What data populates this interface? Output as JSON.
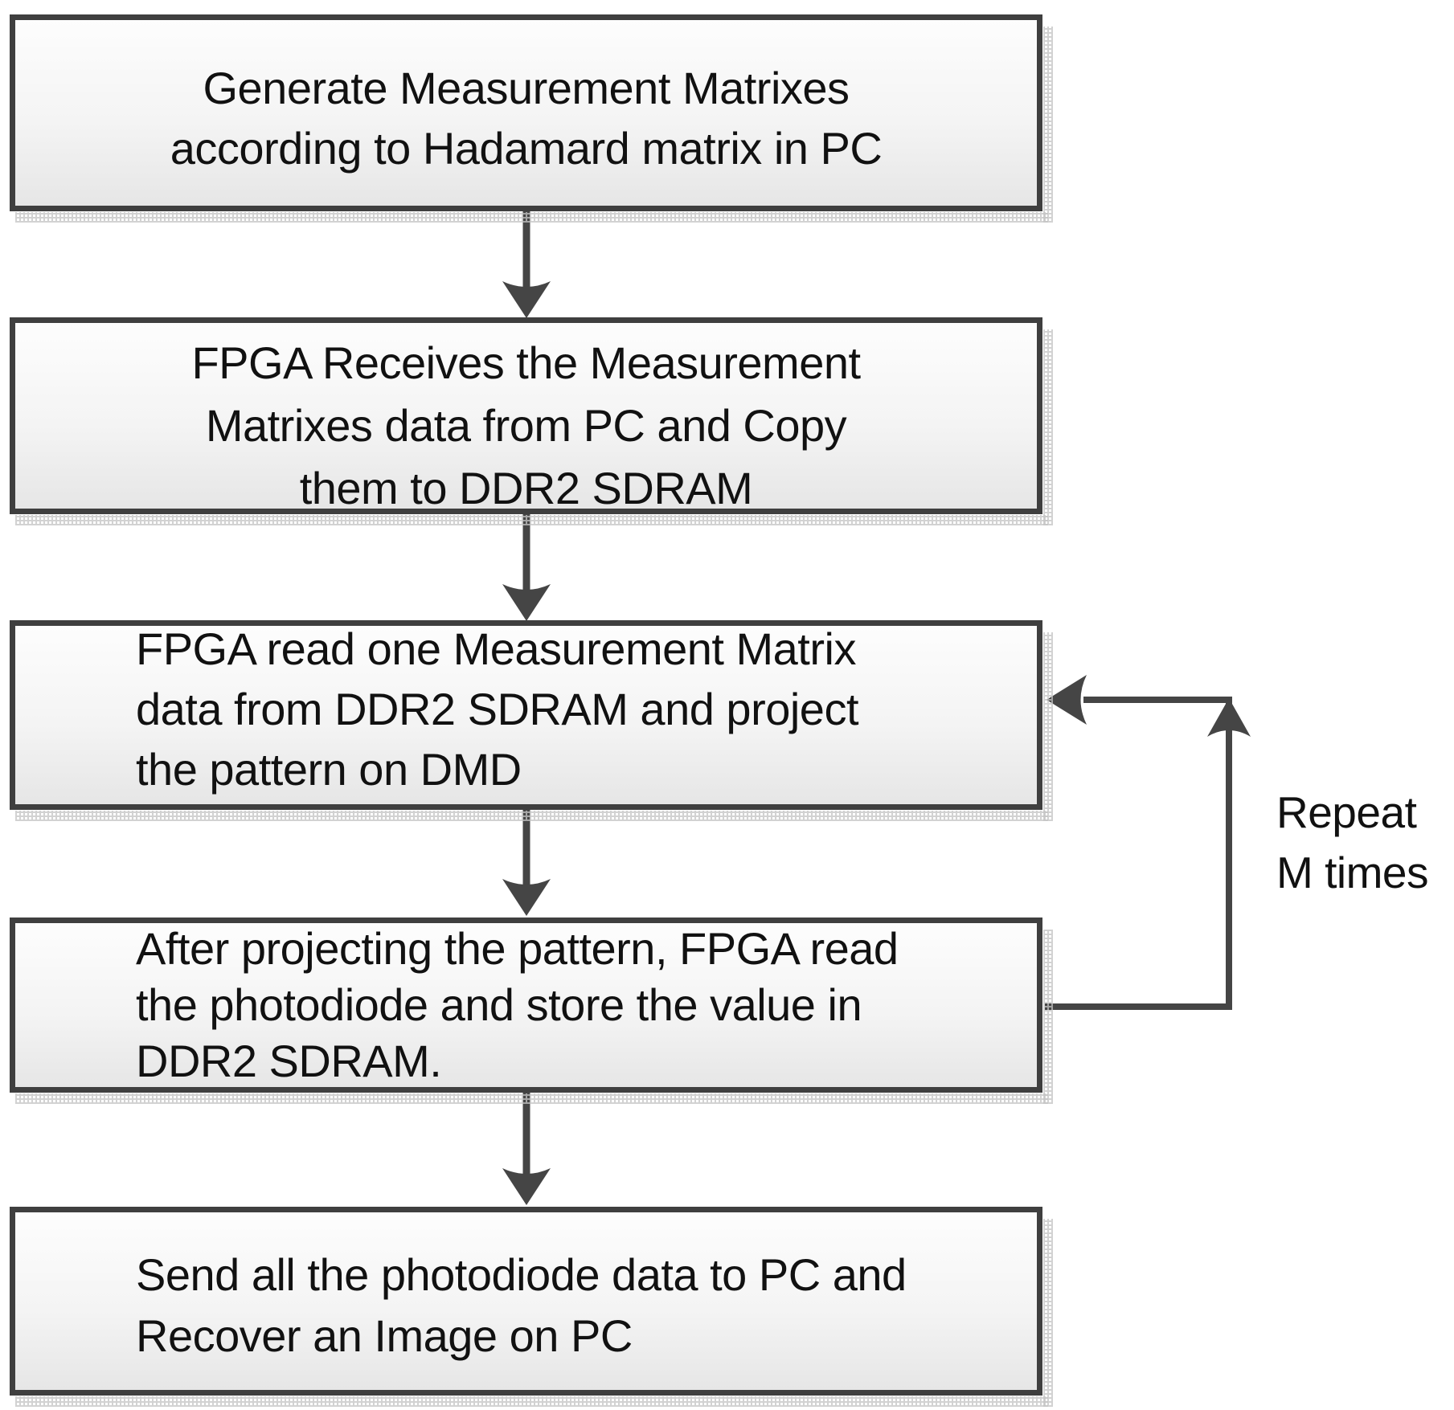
{
  "diagram": {
    "boxes": [
      {
        "id": "generate-matrices",
        "align": "center",
        "lines": [
          "Generate Measurement Matrixes",
          "according to Hadamard matrix in PC"
        ]
      },
      {
        "id": "fpga-receive-copy",
        "align": "center",
        "lines": [
          "FPGA Receives the Measurement",
          "Matrixes data from PC and Copy",
          "them to DDR2 SDRAM"
        ]
      },
      {
        "id": "fpga-read-project",
        "align": "left",
        "lines": [
          "FPGA read one Measurement Matrix",
          "data from DDR2 SDRAM and project",
          "the pattern on DMD"
        ]
      },
      {
        "id": "fpga-read-photodiode",
        "align": "left",
        "lines": [
          "After projecting the pattern, FPGA read",
          "the photodiode and store the value in",
          "DDR2 SDRAM."
        ]
      },
      {
        "id": "send-recover",
        "align": "left",
        "lines": [
          "Send all the  photodiode data to PC and",
          "Recover an Image on PC"
        ]
      }
    ],
    "loop_label": {
      "lines": [
        "Repeat",
        "M times"
      ]
    },
    "arrows": [
      "arrow-down-1",
      "arrow-down-2",
      "arrow-down-3",
      "arrow-down-4",
      "loop-arrow"
    ],
    "colors": {
      "border": "#3f3f3f",
      "arrow": "#454545",
      "box_fill_top": "#fdfdfd",
      "box_fill_bottom": "#e6e6e6",
      "shadow": "#c4c4c4",
      "text": "#111111",
      "bg": "#ffffff"
    }
  }
}
